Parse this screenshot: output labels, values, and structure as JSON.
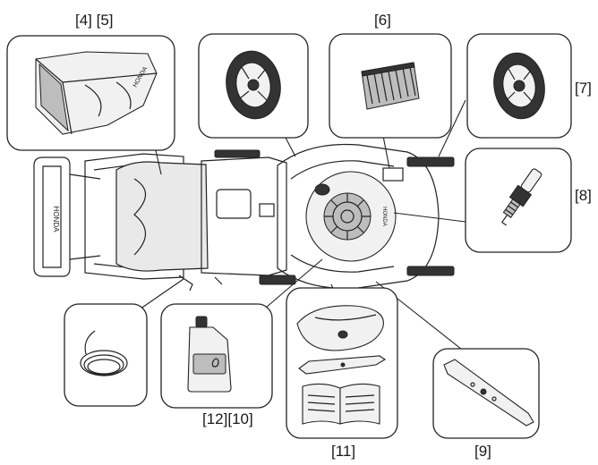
{
  "labels": {
    "grass_bag": "[4] [5]",
    "air_filter": "[6]",
    "rear_wheel": "[7]",
    "spark_plug": "[8]",
    "blade": "[9]",
    "manual_kit": "[11]",
    "oil": "[12][10]"
  },
  "branding": {
    "bag_logo": "HONDA",
    "handle_logo": "HONDA",
    "engine_logo": "HONDA"
  },
  "colors": {
    "ink": "#222222",
    "box_fill": "#ffffff",
    "shade": "#bdbdbd"
  }
}
